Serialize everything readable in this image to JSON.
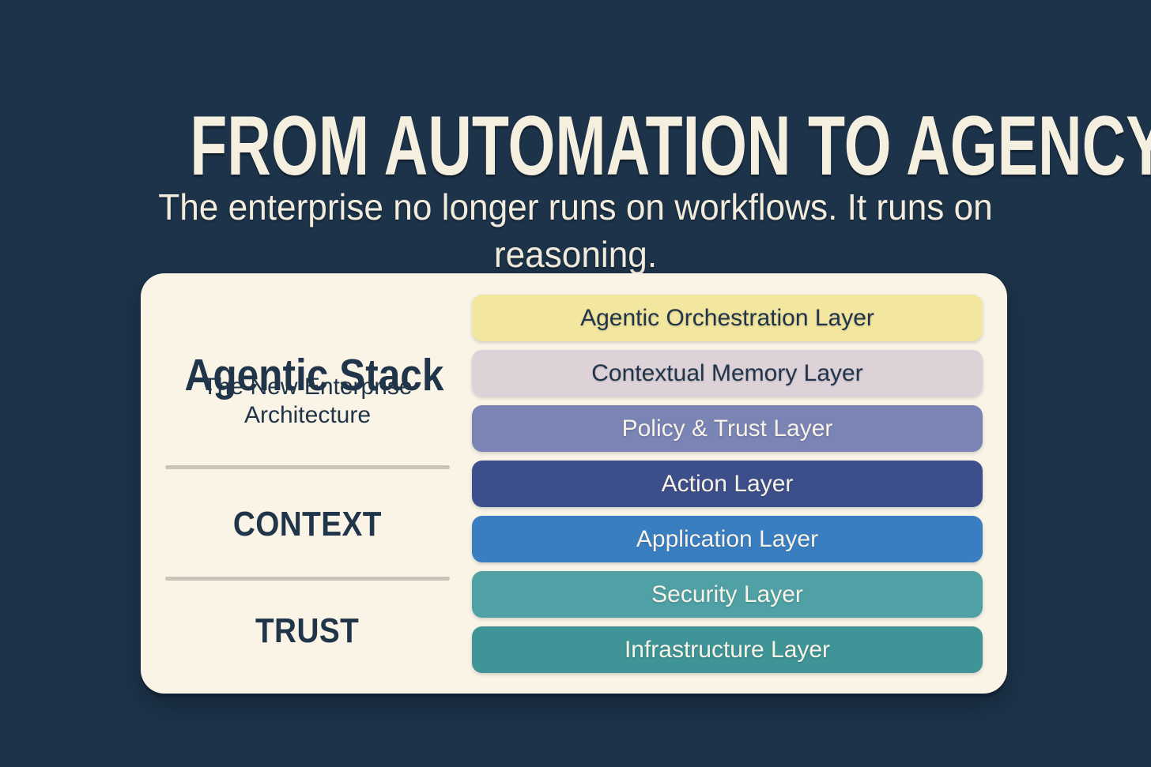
{
  "header": {
    "title": "FROM AUTOMATION TO AGENCY",
    "subtitle": "The enterprise no longer runs on workflows. It runs on reasoning."
  },
  "card": {
    "title": "Agentic Stack",
    "subtitle": "The New Enterprise Architecture",
    "context_label": "CONTEXT",
    "trust_label": "TRUST",
    "layers": [
      {
        "label": "Agentic Orchestration Layer",
        "bg": "#f3e69f",
        "text_color": "#21354a"
      },
      {
        "label": "Contextual Memory Layer",
        "bg": "#ddd2d8",
        "text_color": "#21354a"
      },
      {
        "label": "Policy & Trust Layer",
        "bg": "#7a84b5",
        "text_color": "#f8f3e7"
      },
      {
        "label": "Action Layer",
        "bg": "#3d4f8a",
        "text_color": "#f8f3e7"
      },
      {
        "label": "Application Layer",
        "bg": "#3a7ec2",
        "text_color": "#f8f3e7"
      },
      {
        "label": "Security Layer",
        "bg": "#4fa1a6",
        "text_color": "#f8f3e7"
      },
      {
        "label": "Infrastructure Layer",
        "bg": "#3e9496",
        "text_color": "#f8f3e7"
      }
    ]
  },
  "colors": {
    "background": "#1d3349",
    "card_background": "#f9f4e6",
    "heading_text": "#f5efdf",
    "dark_text": "#21354a",
    "divider": "#c9c3b8"
  }
}
